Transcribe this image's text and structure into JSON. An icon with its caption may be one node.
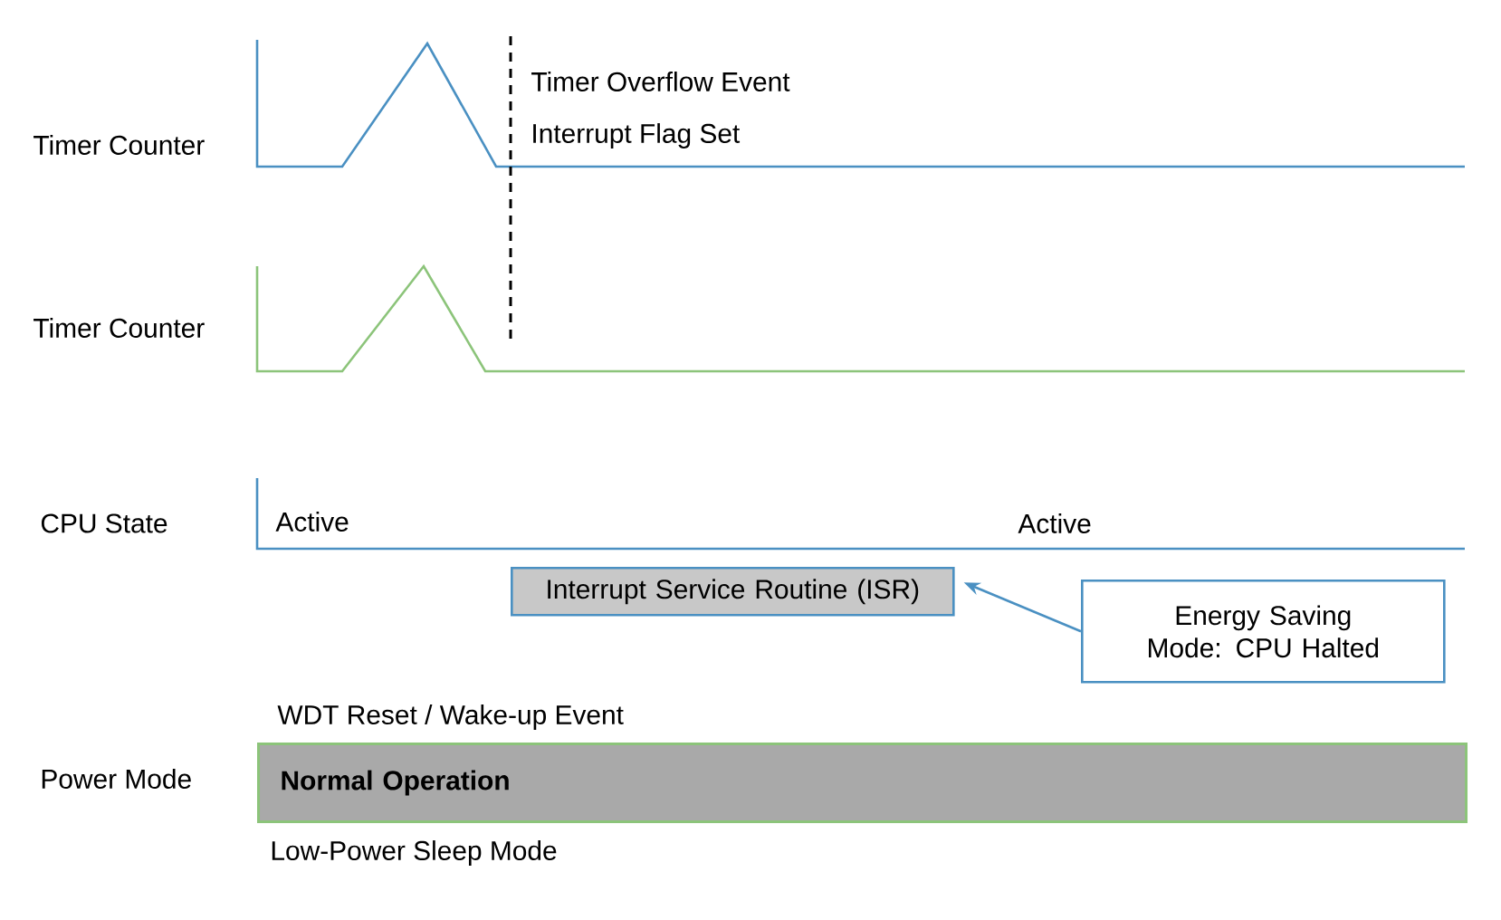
{
  "diagram": {
    "nodes": [
      {
        "text": [
          "Interrupt Service Routine (ISR)"
        ]
      },
      {
        "text": [
          "Energy Saving Mode: CPU Halted"
        ]
      },
      {
        "text": [
          "Normal Operation"
        ]
      }
    ],
    "edges": [
      {
        "from": 1,
        "to": 0,
        "arrow": "to"
      }
    ],
    "labels": [
      "Timer Counter",
      "Timer Overflow Event",
      "Interrupt Flag Set",
      "Timer Counter",
      "CPU State",
      "Active",
      "Active",
      "WDT Reset / Wake-up Event",
      "Power Mode",
      "Low-Power Sleep Mode"
    ]
  }
}
